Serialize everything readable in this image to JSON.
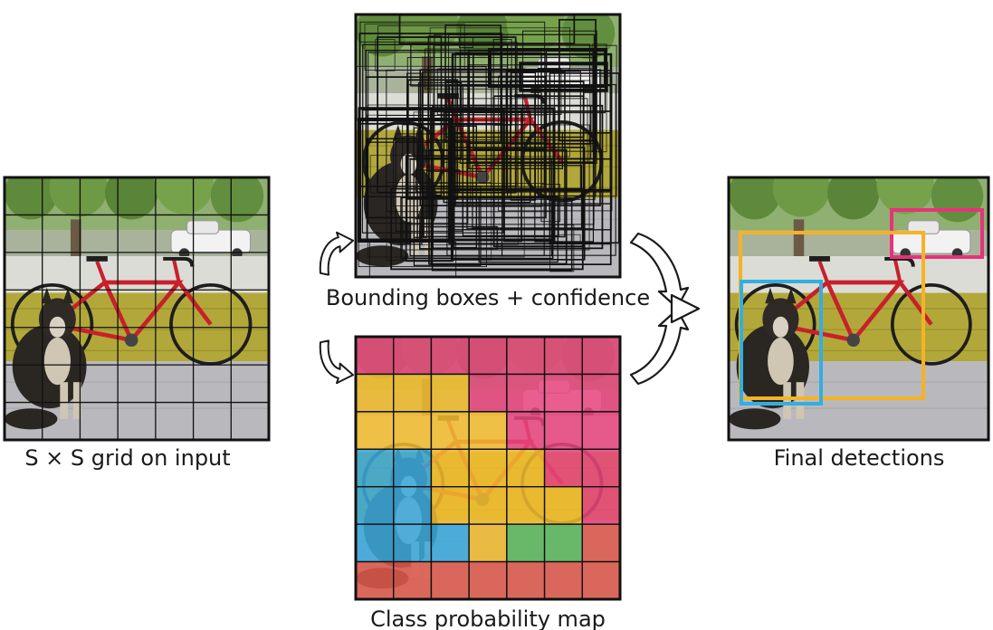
{
  "captions": {
    "grid": "S × S grid on input",
    "boxes": "Bounding boxes + confidence",
    "classmap": "Class probability map",
    "detections": "Final detections"
  },
  "grid_size": 7,
  "class_colors": {
    "pink": "#e8457f",
    "yellow": "#f2bb2f",
    "blue": "#3aa9dc",
    "green": "#5cb85c",
    "red": "#e05a4c"
  },
  "class_map": [
    [
      "pink",
      "pink",
      "pink",
      "pink",
      "pink",
      "pink",
      "pink"
    ],
    [
      "yellow",
      "yellow",
      "yellow",
      "pink",
      "pink",
      "pink",
      "pink"
    ],
    [
      "yellow",
      "yellow",
      "yellow",
      "yellow",
      "pink",
      "pink",
      "pink"
    ],
    [
      "blue",
      "blue",
      "yellow",
      "yellow",
      "yellow",
      "pink",
      "pink"
    ],
    [
      "blue",
      "blue",
      "yellow",
      "yellow",
      "yellow",
      "yellow",
      "pink"
    ],
    [
      "blue",
      "blue",
      "blue",
      "yellow",
      "green",
      "green",
      "red"
    ],
    [
      "red",
      "red",
      "red",
      "red",
      "red",
      "red",
      "red"
    ]
  ],
  "detection_colors": {
    "car": "#e6337a",
    "bicycle": "#f5b324",
    "dog": "#33aee0"
  }
}
